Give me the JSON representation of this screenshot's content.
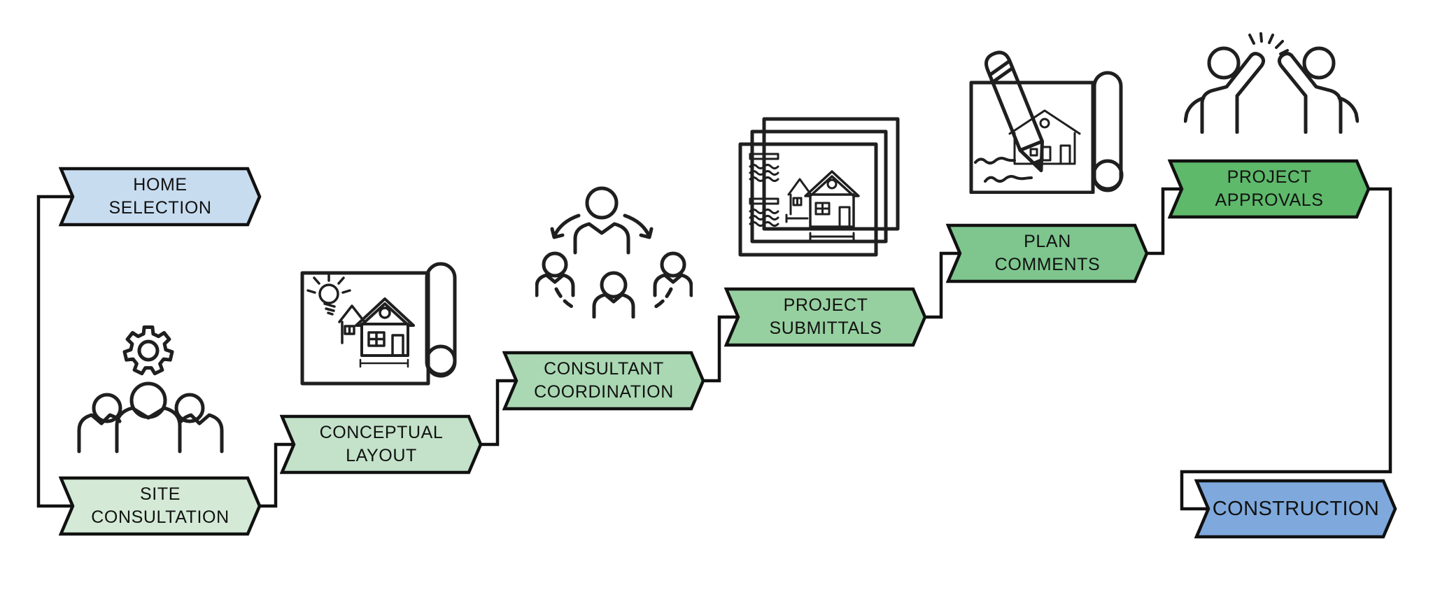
{
  "diagram": {
    "name": "home-building-process-flow",
    "background": "#ffffff",
    "line_color": "#111111",
    "steps": [
      {
        "name": "home-selection",
        "line1": "HOME",
        "line2": "SELECTION",
        "color": "#c8dcf0",
        "icon": ""
      },
      {
        "name": "site-consultation",
        "line1": "SITE",
        "line2": "CONSULTATION",
        "color": "#d4ead6",
        "icon": "team-gear-icon"
      },
      {
        "name": "conceptual-layout",
        "line1": "CONCEPTUAL",
        "line2": "LAYOUT",
        "color": "#c3e2c9",
        "icon": "blueprint-idea-icon"
      },
      {
        "name": "consultant-coordination",
        "line1": "CONSULTANT",
        "line2": "COORDINATION",
        "color": "#aad8b3",
        "icon": "team-coordination-icon"
      },
      {
        "name": "project-submittals",
        "line1": "PROJECT",
        "line2": "SUBMITTALS",
        "color": "#97d0a0",
        "icon": "document-stack-icon"
      },
      {
        "name": "plan-comments",
        "line1": "PLAN",
        "line2": "COMMENTS",
        "color": "#7ec68e",
        "icon": "plan-markup-icon"
      },
      {
        "name": "project-approvals",
        "line1": "PROJECT",
        "line2": "APPROVALS",
        "color": "#5eb96b",
        "icon": "high-five-icon"
      },
      {
        "name": "construction",
        "line1": "CONSTRUCTION",
        "line2": "",
        "color": "#7fa9dc",
        "icon": ""
      }
    ]
  }
}
